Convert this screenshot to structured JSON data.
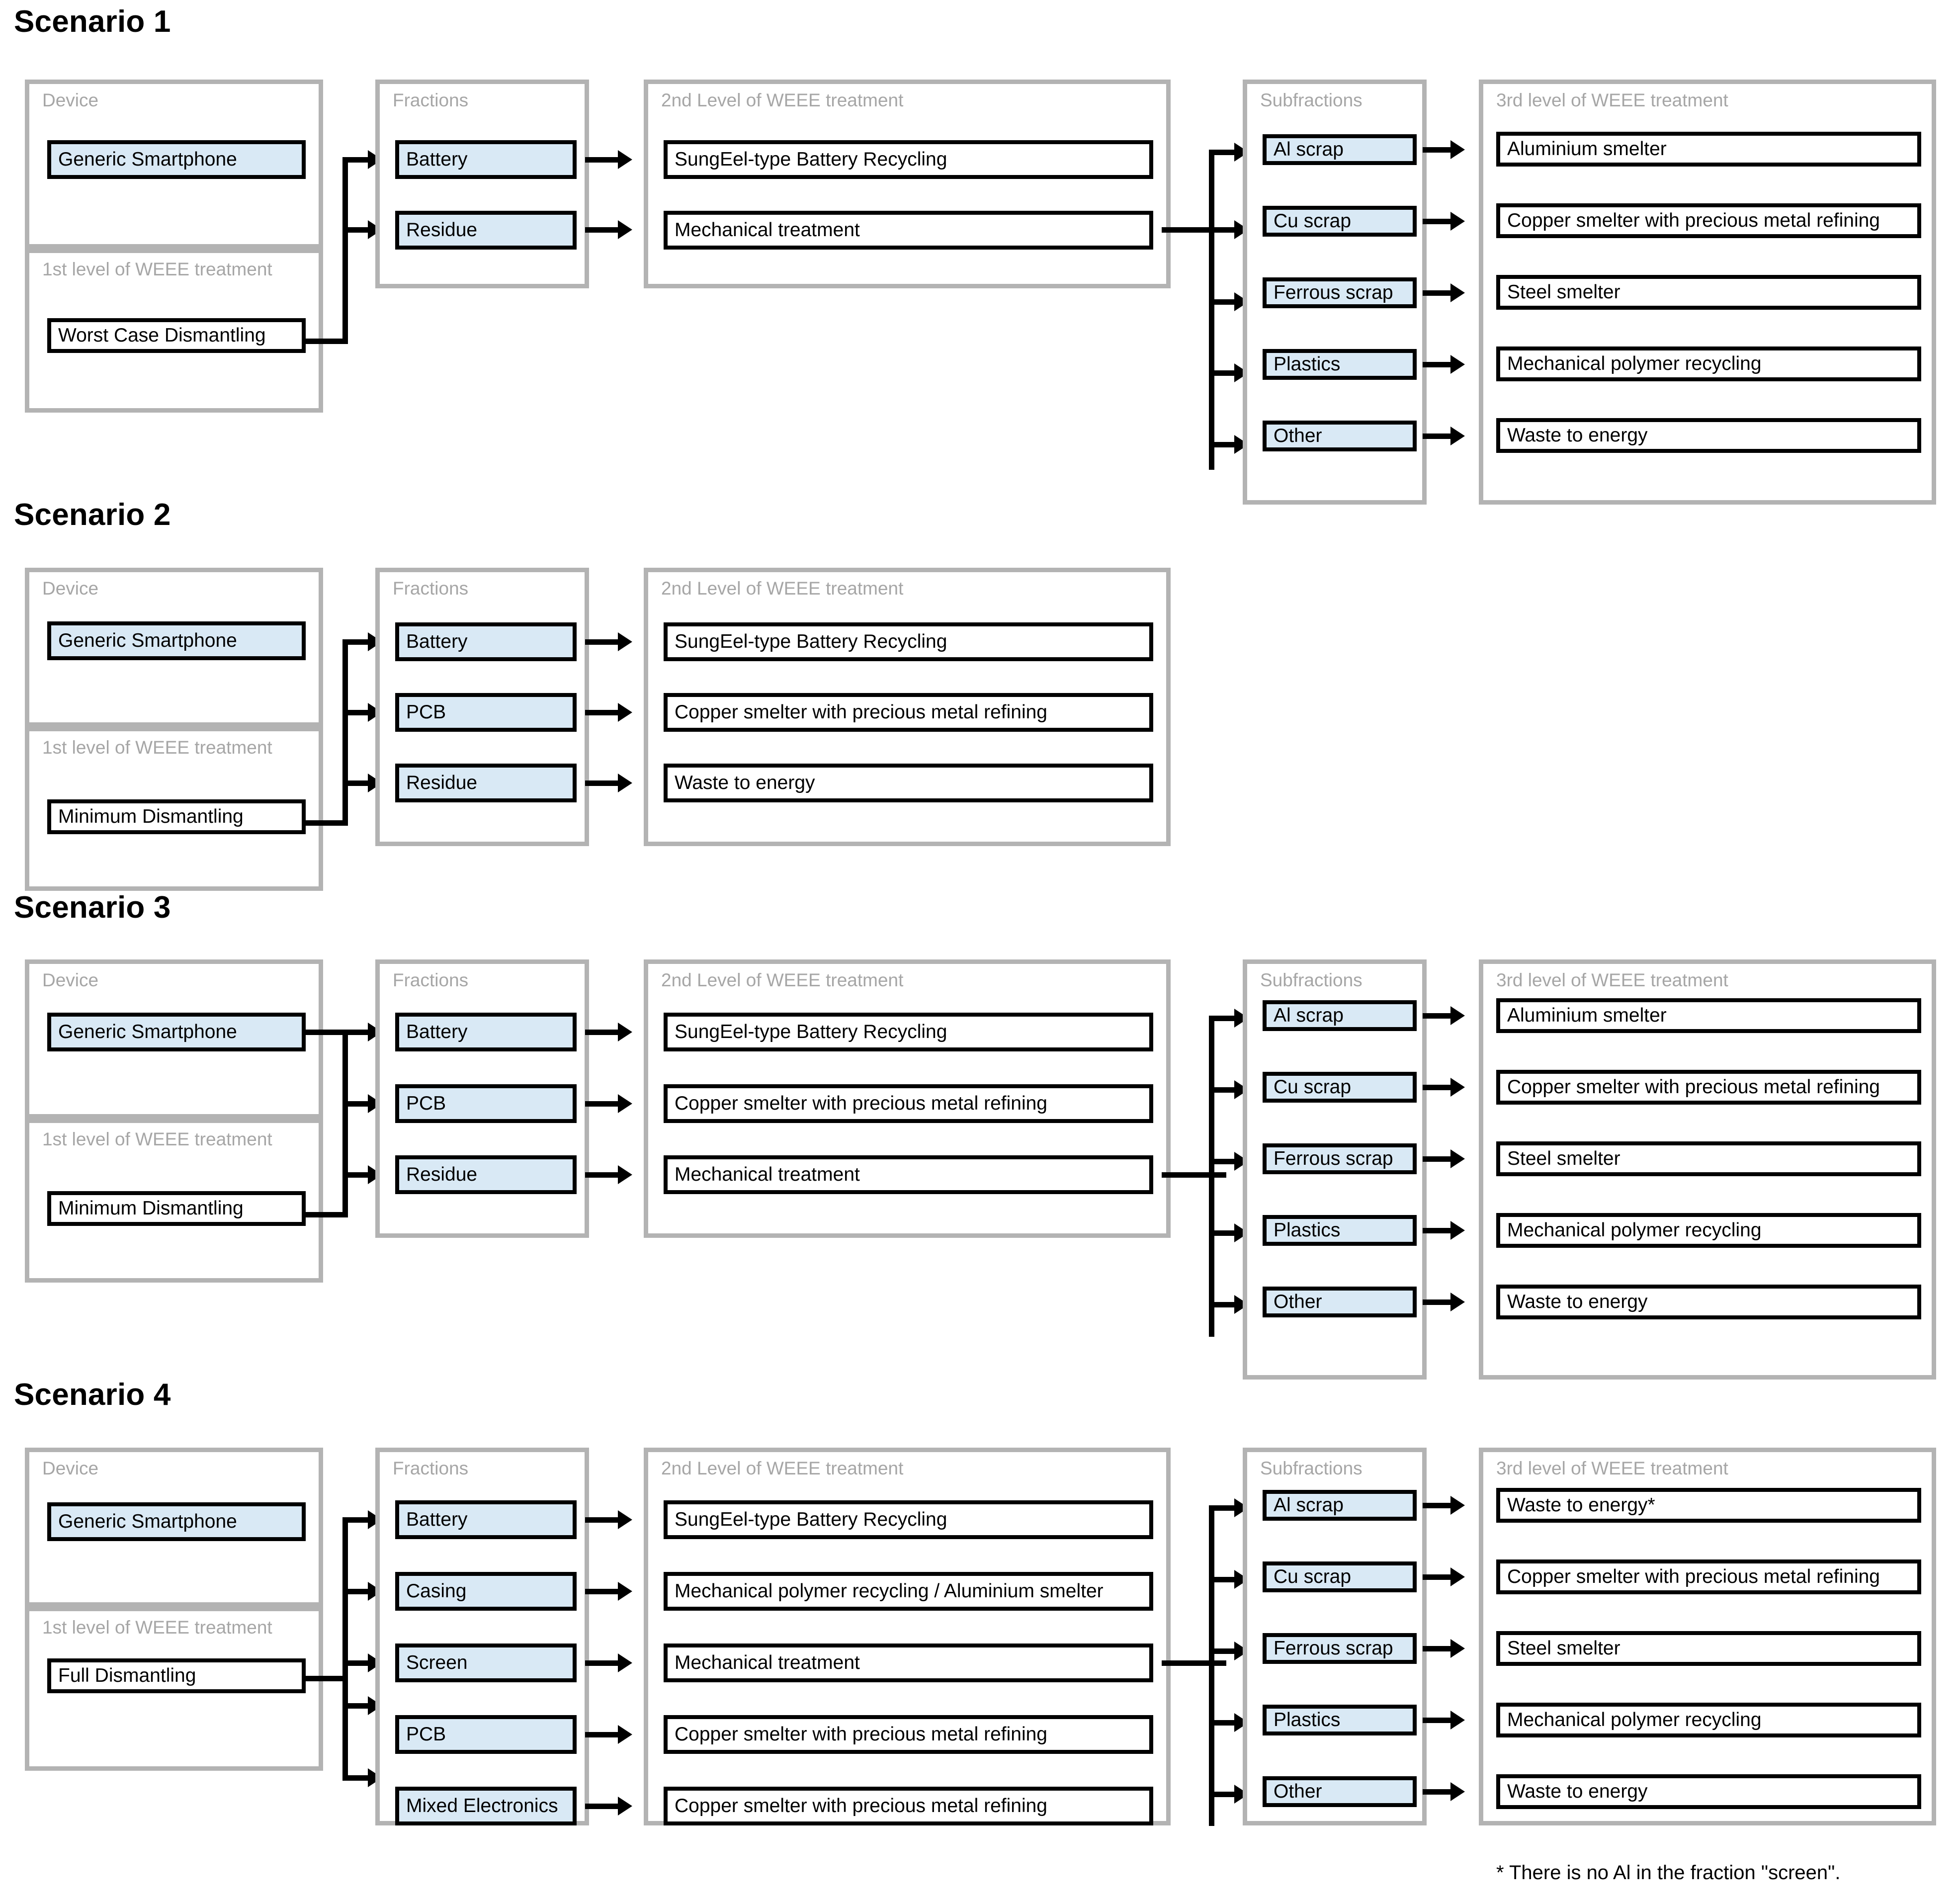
{
  "figure": {
    "footnote": "* There is no Al in the fraction \"screen\".",
    "colors": {
      "node_fill_highlight": "#d9e9f5",
      "node_fill_plain": "#ffffff",
      "node_border": "#000000",
      "group_border": "#b3b3b3",
      "group_label": "#a6a6a6",
      "background": "#ffffff"
    }
  },
  "column_labels": {
    "device": "Device",
    "level1": "1st level of WEEE treatment",
    "fractions": "Fractions",
    "level2": "2nd Level of WEEE treatment",
    "subfractions": "Subfractions",
    "level3": "3rd level of WEEE treatment"
  },
  "common": {
    "device": "Generic Smartphone",
    "subfractions": [
      "Al scrap",
      "Cu scrap",
      "Ferrous scrap",
      "Plastics",
      "Other"
    ],
    "level3_standard": [
      "Aluminium smelter",
      "Copper smelter with precious metal refining",
      "Steel smelter",
      "Mechanical polymer recycling",
      "Waste to energy"
    ]
  },
  "scenarios": [
    {
      "title": "Scenario 1",
      "device": "Generic Smartphone",
      "level1": "Worst Case Dismantling",
      "fractions": [
        "Battery",
        "Residue"
      ],
      "level2": [
        "SungEel-type Battery Recycling",
        "Mechanical treatment"
      ],
      "subfractions": [
        "Al scrap",
        "Cu scrap",
        "Ferrous scrap",
        "Plastics",
        "Other"
      ],
      "level3": [
        "Aluminium smelter",
        "Copper smelter with precious metal refining",
        "Steel smelter",
        "Mechanical polymer recycling",
        "Waste to energy"
      ]
    },
    {
      "title": "Scenario 2",
      "device": "Generic Smartphone",
      "level1": "Minimum Dismantling",
      "fractions": [
        "Battery",
        "PCB",
        "Residue"
      ],
      "level2": [
        "SungEel-type Battery Recycling",
        "Copper smelter with precious metal refining",
        "Waste to energy"
      ],
      "subfractions": [],
      "level3": []
    },
    {
      "title": "Scenario 3",
      "device": "Generic Smartphone",
      "level1": "Minimum Dismantling",
      "fractions": [
        "Battery",
        "PCB",
        "Residue"
      ],
      "level2": [
        "SungEel-type Battery Recycling",
        "Copper smelter with precious metal refining",
        "Mechanical treatment"
      ],
      "subfractions": [
        "Al scrap",
        "Cu scrap",
        "Ferrous scrap",
        "Plastics",
        "Other"
      ],
      "level3": [
        "Aluminium smelter",
        "Copper smelter with precious metal refining",
        "Steel smelter",
        "Mechanical polymer recycling",
        "Waste to energy"
      ]
    },
    {
      "title": "Scenario 4",
      "device": "Generic Smartphone",
      "level1": "Full Dismantling",
      "fractions": [
        "Battery",
        "Casing",
        "Screen",
        "PCB",
        "Mixed Electronics"
      ],
      "level2": [
        "SungEel-type Battery Recycling",
        "Mechanical polymer recycling / Aluminium smelter",
        "Mechanical treatment",
        "Copper smelter with precious metal refining",
        "Copper smelter with precious metal refining"
      ],
      "subfractions": [
        "Al scrap",
        "Cu scrap",
        "Ferrous scrap",
        "Plastics",
        "Other"
      ],
      "level3": [
        "Waste to energy*",
        "Copper smelter with precious metal refining",
        "Steel smelter",
        "Mechanical polymer recycling",
        "Waste to energy"
      ]
    }
  ]
}
